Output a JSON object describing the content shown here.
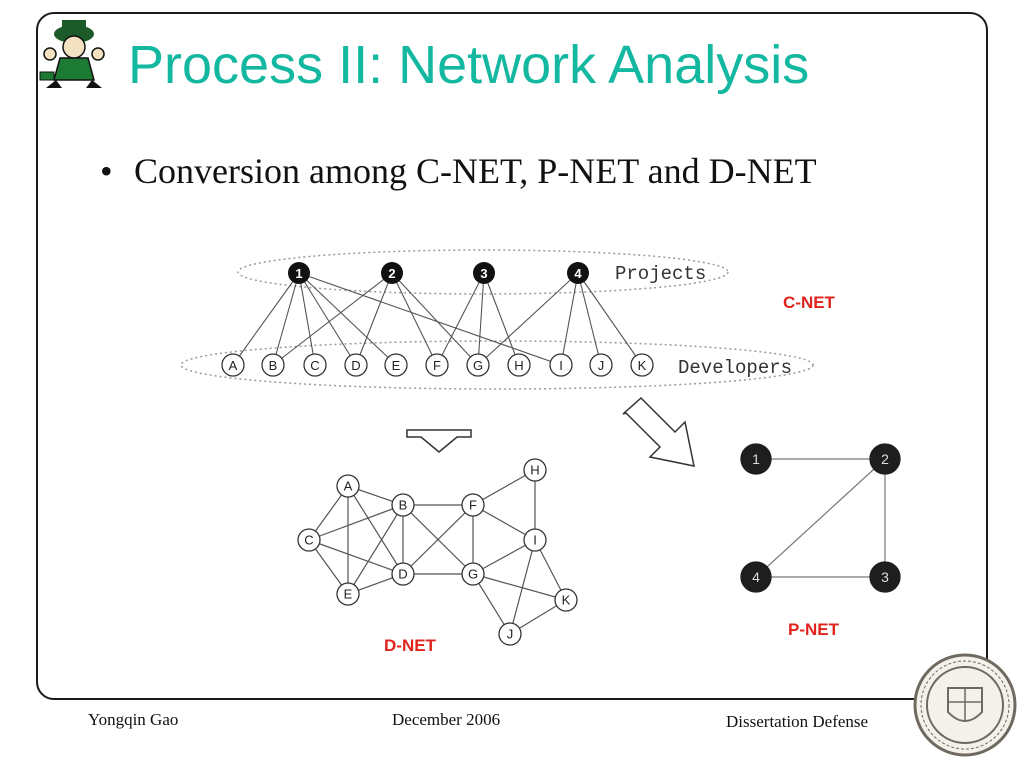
{
  "title": "Process II: Network Analysis",
  "bullet": {
    "symbol": "•",
    "text": "Conversion among C-NET, P-NET and D-NET"
  },
  "cnet": {
    "label": "C-NET",
    "projects_label": "Projects",
    "developers_label": "Developers",
    "projects": [
      "1",
      "2",
      "3",
      "4"
    ],
    "developers": [
      "A",
      "B",
      "C",
      "D",
      "E",
      "F",
      "G",
      "H",
      "I",
      "J",
      "K"
    ],
    "edges": [
      [
        "1",
        "A"
      ],
      [
        "1",
        "B"
      ],
      [
        "1",
        "C"
      ],
      [
        "1",
        "D"
      ],
      [
        "1",
        "E"
      ],
      [
        "1",
        "I"
      ],
      [
        "2",
        "B"
      ],
      [
        "2",
        "D"
      ],
      [
        "2",
        "F"
      ],
      [
        "2",
        "G"
      ],
      [
        "3",
        "F"
      ],
      [
        "3",
        "G"
      ],
      [
        "3",
        "H"
      ],
      [
        "4",
        "G"
      ],
      [
        "4",
        "I"
      ],
      [
        "4",
        "J"
      ],
      [
        "4",
        "K"
      ]
    ]
  },
  "dnet": {
    "label": "D-NET",
    "nodes": [
      "A",
      "B",
      "C",
      "D",
      "E",
      "F",
      "G",
      "H",
      "I",
      "J",
      "K"
    ],
    "edges": [
      [
        "A",
        "B"
      ],
      [
        "A",
        "C"
      ],
      [
        "A",
        "D"
      ],
      [
        "A",
        "E"
      ],
      [
        "B",
        "C"
      ],
      [
        "B",
        "D"
      ],
      [
        "B",
        "E"
      ],
      [
        "B",
        "F"
      ],
      [
        "B",
        "G"
      ],
      [
        "C",
        "D"
      ],
      [
        "C",
        "E"
      ],
      [
        "D",
        "E"
      ],
      [
        "D",
        "F"
      ],
      [
        "D",
        "G"
      ],
      [
        "F",
        "G"
      ],
      [
        "F",
        "H"
      ],
      [
        "F",
        "I"
      ],
      [
        "G",
        "I"
      ],
      [
        "G",
        "J"
      ],
      [
        "G",
        "K"
      ],
      [
        "H",
        "I"
      ],
      [
        "I",
        "J"
      ],
      [
        "I",
        "K"
      ],
      [
        "J",
        "K"
      ]
    ]
  },
  "pnet": {
    "label": "P-NET",
    "nodes": [
      "1",
      "2",
      "3",
      "4"
    ],
    "edges": [
      [
        "1",
        "2"
      ],
      [
        "2",
        "3"
      ],
      [
        "2",
        "4"
      ],
      [
        "3",
        "4"
      ]
    ]
  },
  "colors": {
    "title": "#14b8a0",
    "net_label": "#e0231d",
    "node_dark": "#1e1e1e"
  },
  "footer": {
    "left": "Yongqin Gao",
    "center": "December 2006",
    "right": "Dissertation Defense"
  }
}
